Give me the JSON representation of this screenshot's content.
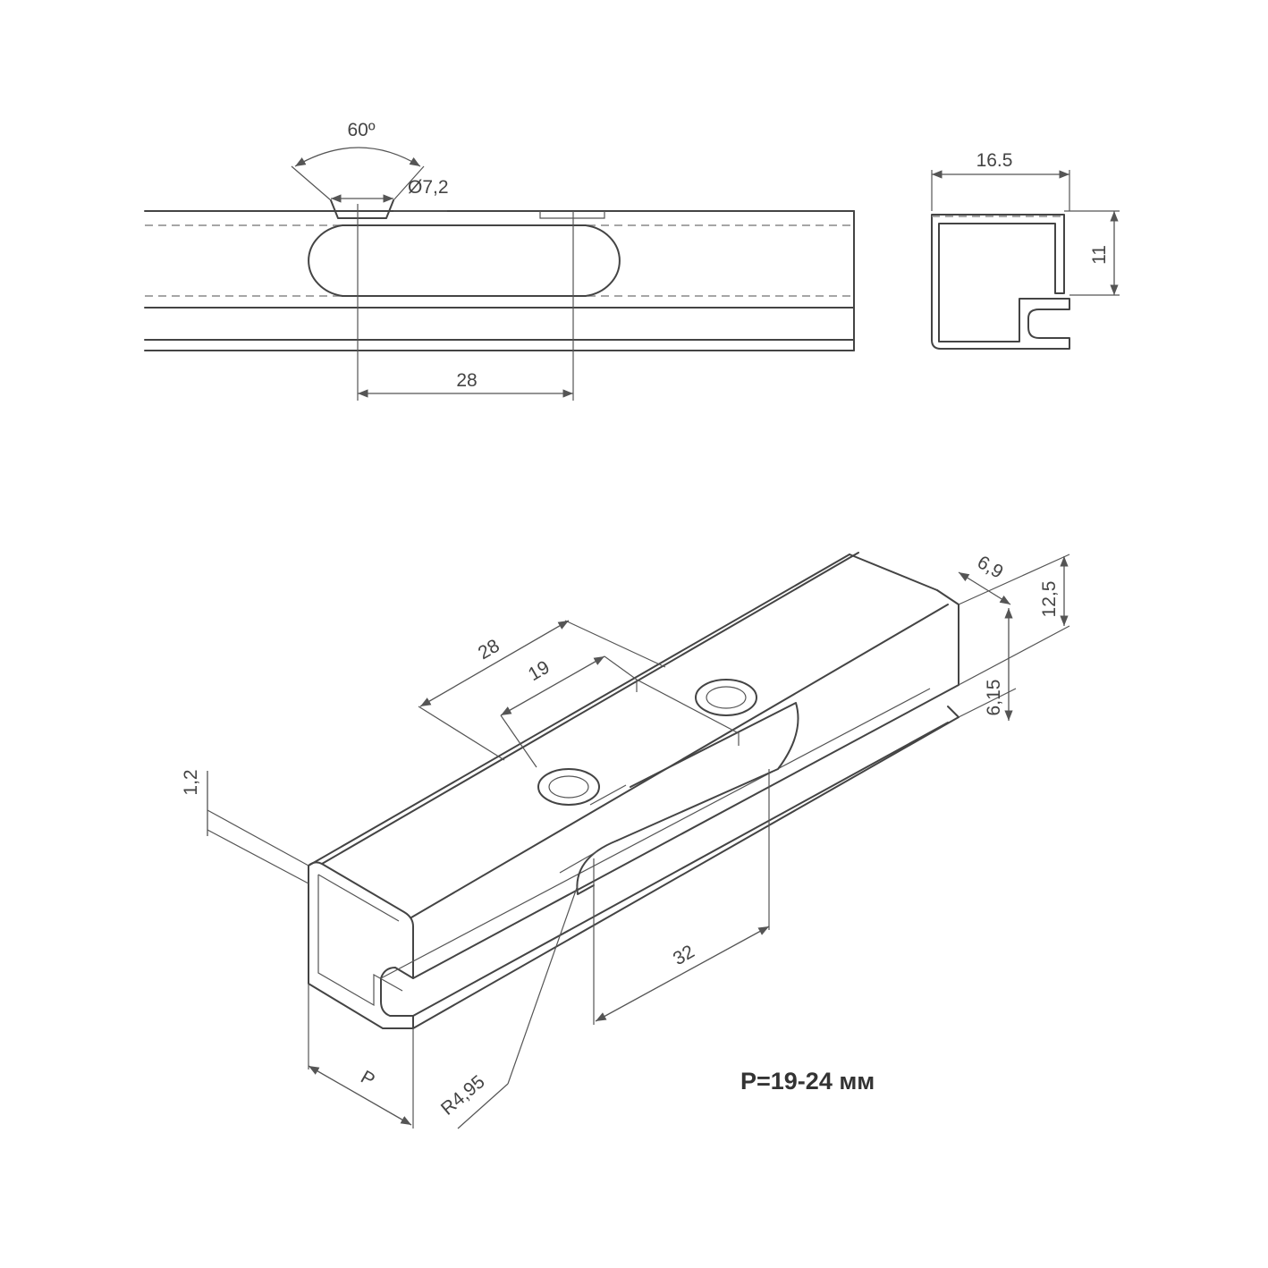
{
  "front_view": {
    "angle_label": "60º",
    "hole_label": "Ø7,2",
    "pitch_label": "28"
  },
  "section_view": {
    "width_label": "16.5",
    "height_label": "11"
  },
  "iso_view": {
    "pitch_label": "28",
    "slot_label": "19",
    "depth_label": "6,9",
    "height_label": "12,5",
    "offset_label": "6,15",
    "thickness_label": "1,2",
    "length_label": "32",
    "p_label": "P",
    "radius_label": "R4,95"
  },
  "note": "P=19-24 мм"
}
